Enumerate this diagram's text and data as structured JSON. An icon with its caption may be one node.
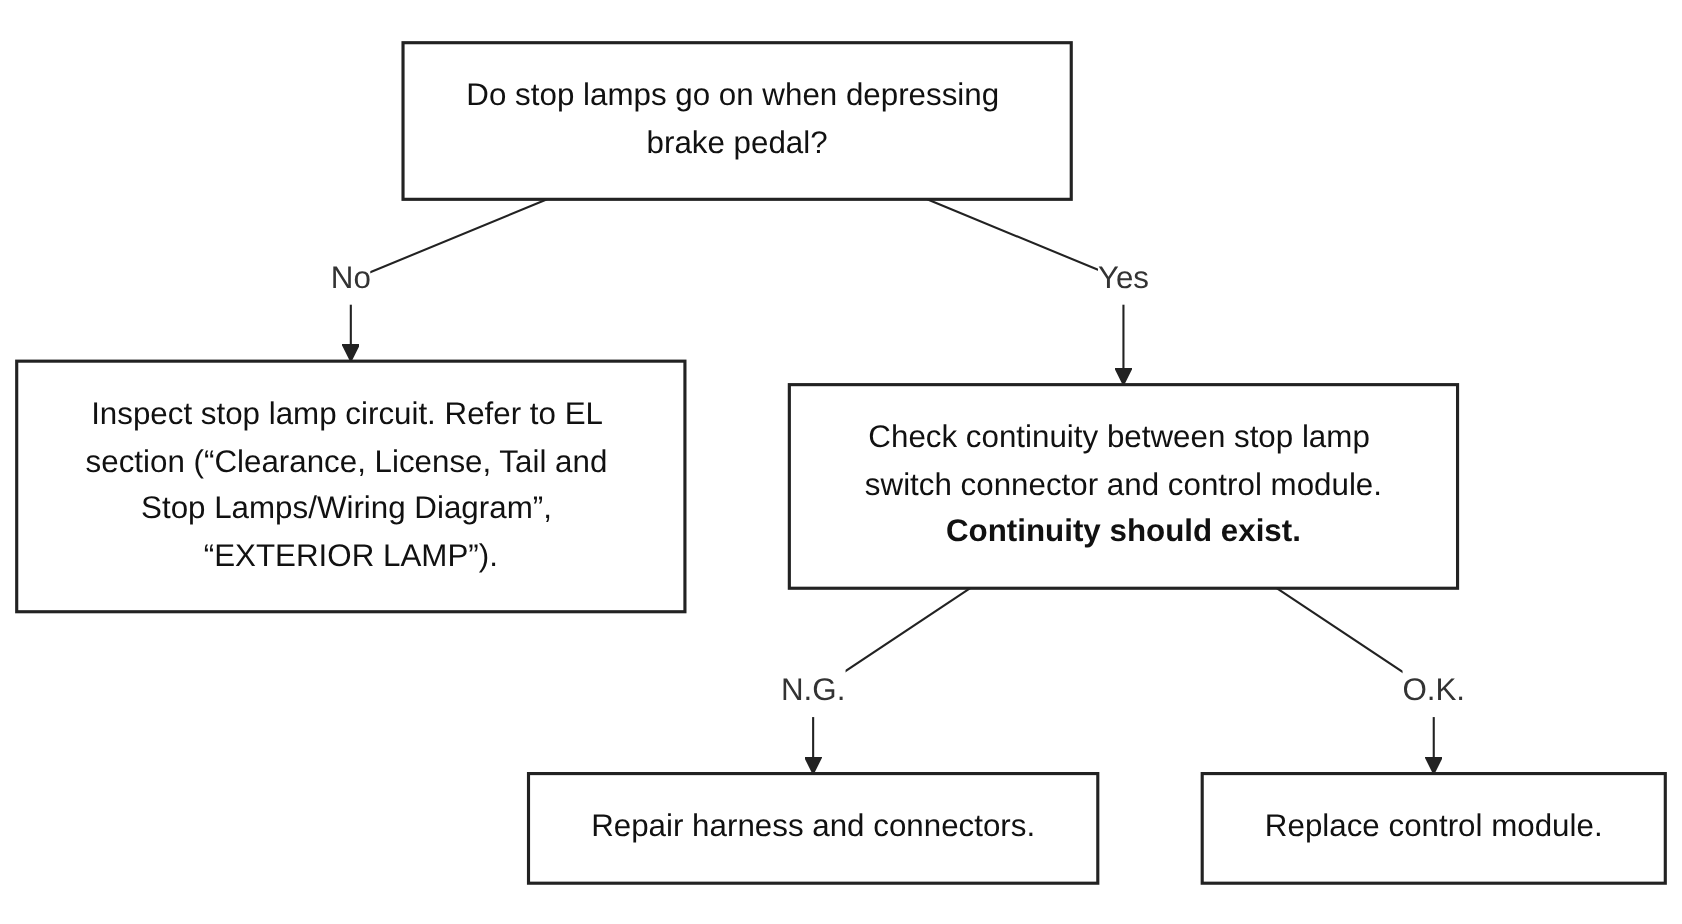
{
  "diagram": {
    "nodes": [
      {
        "text": [
          "Do stop lamps go on when depressing brake pedal?"
        ]
      },
      {
        "text": [
          "Inspect stop lamp circuit. Refer to EL section (“Clearance, License, Tail and Stop Lamps/Wiring Diagram”, “EXTERIOR LAMP”)."
        ]
      },
      {
        "text": [
          "Check continuity between stop lamp switch connector and control module.",
          "Continuity should exist."
        ]
      },
      {
        "text": [
          "Repair harness and connectors."
        ]
      },
      {
        "text": [
          "Replace control module."
        ]
      }
    ],
    "edges": [
      {
        "from": 0,
        "to": 1,
        "arrow": "to",
        "label": "No"
      },
      {
        "from": 0,
        "to": 2,
        "arrow": "to",
        "label": "Yes"
      },
      {
        "from": 2,
        "to": 3,
        "arrow": "to",
        "label": "N.G."
      },
      {
        "from": 2,
        "to": 4,
        "arrow": "to",
        "label": "O.K."
      }
    ]
  }
}
